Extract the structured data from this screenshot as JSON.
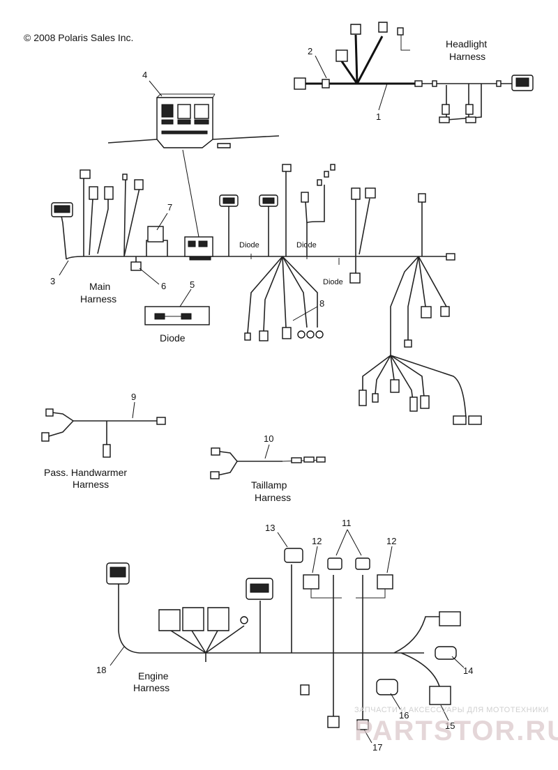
{
  "copyright": "© 2008 Polaris Sales Inc.",
  "labels": {
    "headlight": [
      "Headlight",
      "Harness"
    ],
    "main": [
      "Main",
      "Harness"
    ],
    "diode": "Diode",
    "pass_handwarmer": [
      "Pass. Handwarmer",
      "Harness"
    ],
    "taillamp": [
      "Taillamp",
      "Harness"
    ],
    "engine": [
      "Engine",
      "Harness"
    ]
  },
  "inline_diode_labels": [
    "Diode",
    "Diode",
    "Diode"
  ],
  "callouts": [
    "1",
    "2",
    "3",
    "4",
    "5",
    "6",
    "7",
    "8",
    "9",
    "10",
    "11",
    "12",
    "12",
    "13",
    "14",
    "15",
    "16",
    "17",
    "18"
  ],
  "watermark": {
    "line1": "ЗАПЧАСТИ И АКСЕССУАРЫ ДЛЯ МОТОТЕХНИКИ",
    "line2": "PARTSTOR.RU"
  }
}
